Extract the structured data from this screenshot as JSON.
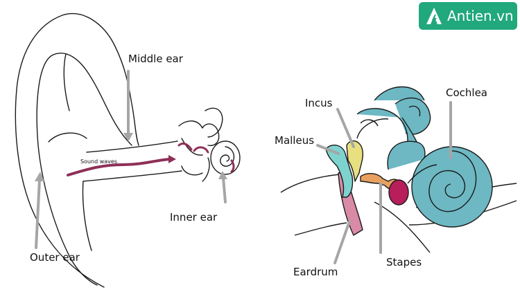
{
  "brand": {
    "name": "Antien.vn",
    "color": "#21a87d"
  },
  "labels": {
    "middle_ear": "Middle ear",
    "outer_ear": "Outer ear",
    "inner_ear": "Inner ear",
    "sound_waves": "Sound waves",
    "incus": "Incus",
    "malleus": "Malleus",
    "cochlea": "Cochlea",
    "eardrum": "Eardrum",
    "stapes": "Stapes"
  },
  "colors": {
    "pointer": "#a6a6a6",
    "outline": "#1a1a1a",
    "sound_wave": "#8e2f58",
    "cochlea": "#6db8c3",
    "incus": "#e8df80",
    "malleus": "#7ed3cf",
    "eardrum": "#d98aa6",
    "stapes": "#e8a060",
    "round_window": "#b71e5a"
  }
}
